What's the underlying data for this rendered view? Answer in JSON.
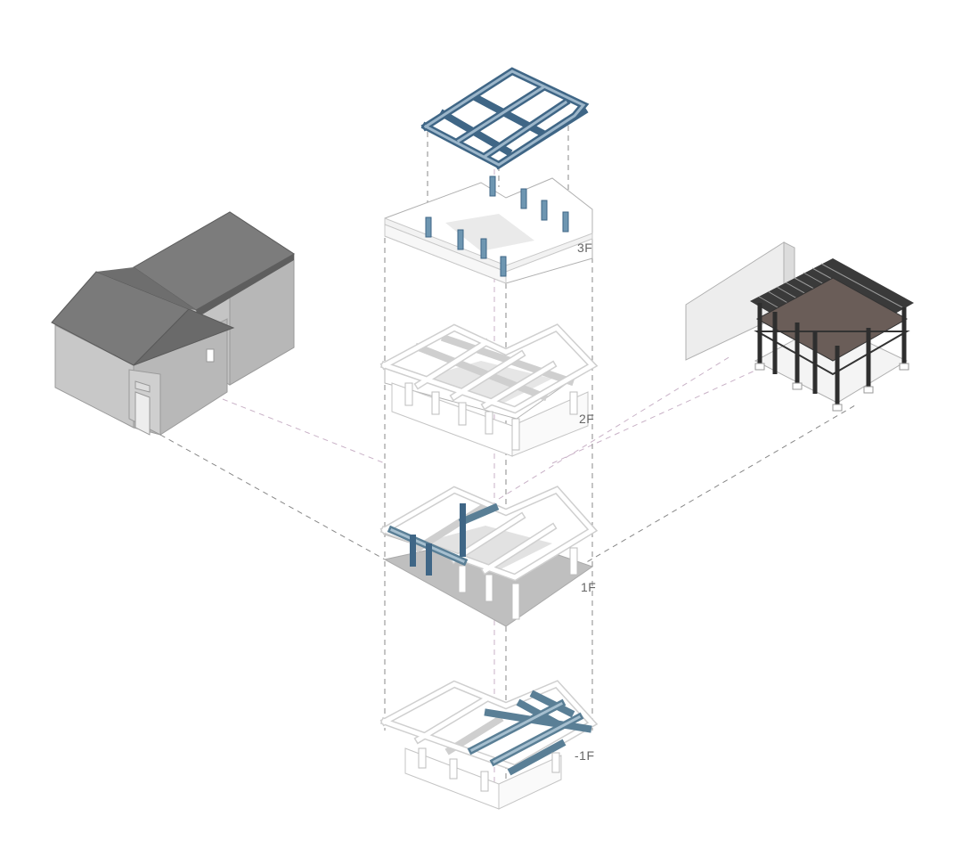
{
  "labels": {
    "level_3": "3F",
    "level_2": "2F",
    "level_1": "1F",
    "level_basement": "-1F"
  },
  "colors": {
    "highlight_structure": "#3f6686",
    "house_roof": "#777777",
    "house_wall": "#bdbdbd",
    "frame_dark": "#2e2e2e",
    "floor_shade": "#bfbfbf",
    "label_text": "#666666"
  }
}
